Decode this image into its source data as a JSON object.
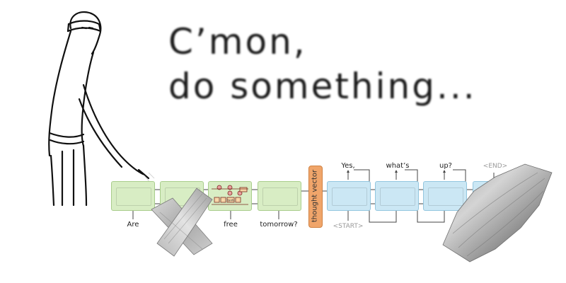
{
  "caption": {
    "line1": "C’mon,",
    "line2": "do something..."
  },
  "diagram": {
    "encoder_words": [
      "Are",
      "",
      "free",
      "tomorrow?"
    ],
    "decoder_inputs": [
      "<START>",
      "",
      "",
      ""
    ],
    "decoder_outputs": [
      "Yes,",
      "what’s",
      "up?",
      "<END>"
    ],
    "thought_vector_label": "thought vector",
    "cell_text": "tanh",
    "colors": {
      "encoder": "#d8edc4",
      "decoder": "#cbe7f4",
      "thought_vector": "#f0a56a"
    }
  }
}
